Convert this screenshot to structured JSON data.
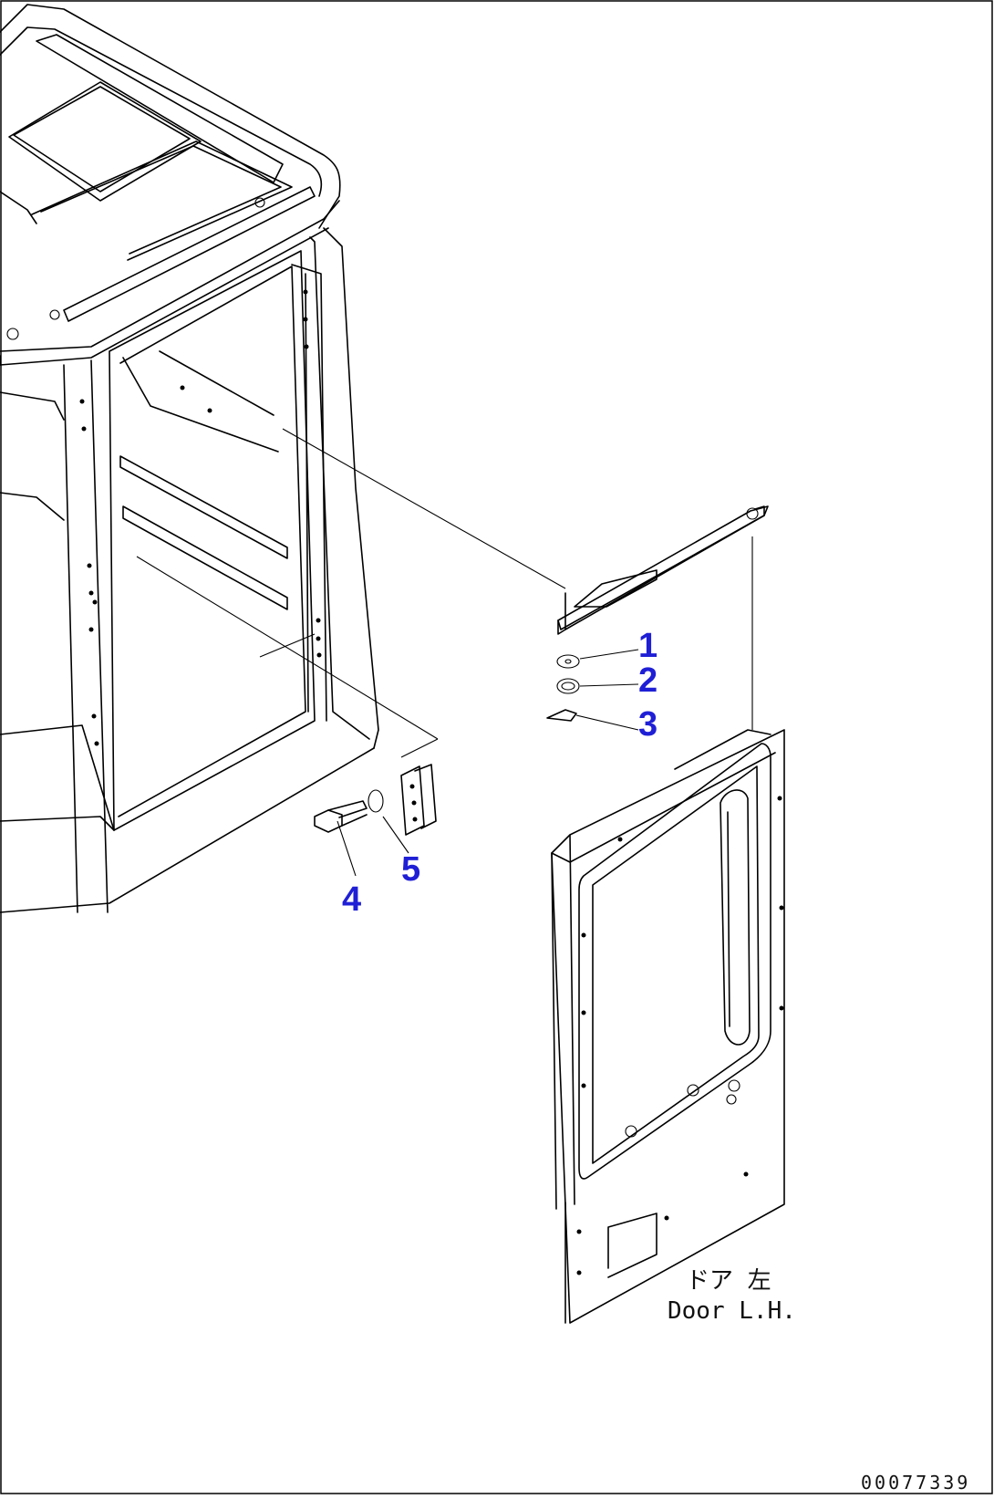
{
  "callouts": [
    {
      "id": "1",
      "label": "1"
    },
    {
      "id": "2",
      "label": "2"
    },
    {
      "id": "3",
      "label": "3"
    },
    {
      "id": "4",
      "label": "4"
    },
    {
      "id": "5",
      "label": "5"
    }
  ],
  "door_label_jp": "ドア 左",
  "door_label_en": "Door L.H.",
  "figure_number": "00077339",
  "colors": {
    "callout": "#1f1fd6",
    "line": "#000000",
    "background": "#ffffff"
  }
}
